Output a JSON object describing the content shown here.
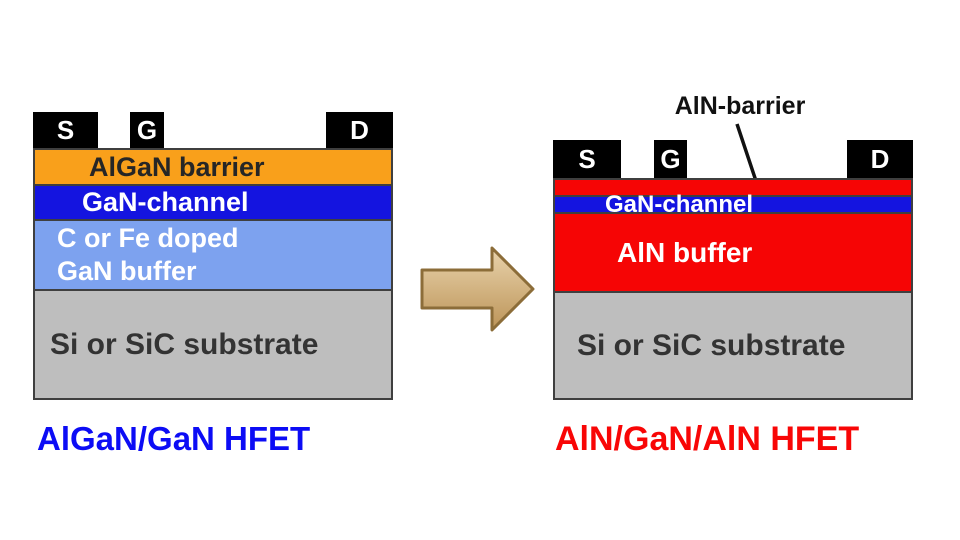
{
  "left_device": {
    "contacts": [
      {
        "label": "S"
      },
      {
        "label": "G"
      },
      {
        "label": "D"
      }
    ],
    "layers": {
      "barrier": {
        "label": "AlGaN barrier",
        "color": "#F9A01B"
      },
      "channel": {
        "label": "GaN-channel",
        "color": "#1414E0"
      },
      "buffer": {
        "line1": "C or Fe doped",
        "line2": "GaN buffer",
        "color": "#7DA2EF"
      },
      "substrate": {
        "label": "Si or SiC substrate",
        "color": "#BEBEBE"
      }
    },
    "caption": {
      "text": "AlGaN/GaN HFET",
      "color": "#0C0CF5"
    }
  },
  "transition_arrow": {
    "meaning": "left structure evolves to right structure",
    "fill_top": "#E9D3AC",
    "fill_bottom": "#BC9458",
    "border": "#8C6D39"
  },
  "right_device": {
    "annotation": {
      "text": "AlN-barrier"
    },
    "contacts": [
      {
        "label": "S"
      },
      {
        "label": "G"
      },
      {
        "label": "D"
      }
    ],
    "layers": {
      "barrier": {
        "color": "#F60505"
      },
      "channel": {
        "label": "GaN-channel",
        "color": "#1414E0"
      },
      "buffer": {
        "label": "AlN buffer",
        "color": "#F60505"
      },
      "substrate": {
        "label": "Si or SiC substrate",
        "color": "#BEBEBE"
      }
    },
    "caption": {
      "text": "AlN/GaN/AlN HFET",
      "color": "#F80606"
    }
  }
}
